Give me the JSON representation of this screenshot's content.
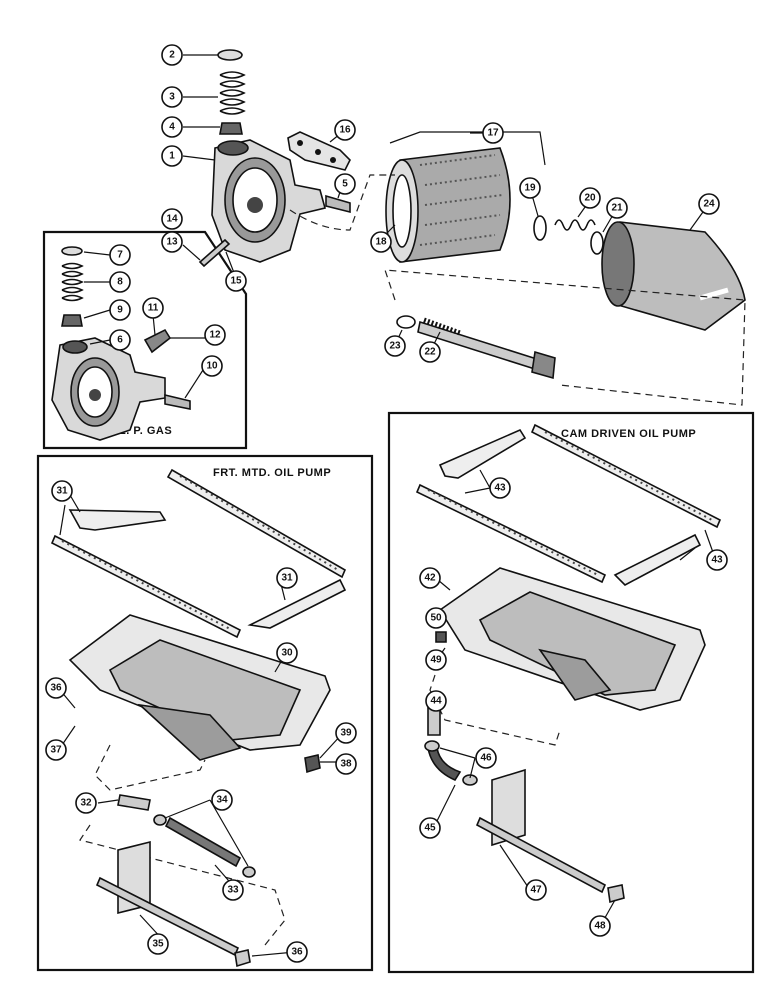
{
  "panels": {
    "lp_gas": "L. P. GAS",
    "front_mounted": "FRT. MTD. OIL PUMP",
    "cam_driven": "CAM DRIVEN OIL PUMP"
  },
  "callouts": [
    "1",
    "2",
    "3",
    "4",
    "5",
    "6",
    "7",
    "8",
    "9",
    "10",
    "11",
    "12",
    "13",
    "14",
    "15",
    "16",
    "17",
    "18",
    "19",
    "20",
    "21",
    "22",
    "23",
    "24",
    "30",
    "31",
    "32",
    "33",
    "34",
    "35",
    "36",
    "37",
    "38",
    "39",
    "42",
    "43",
    "44",
    "45",
    "46",
    "47",
    "48",
    "49",
    "50"
  ]
}
